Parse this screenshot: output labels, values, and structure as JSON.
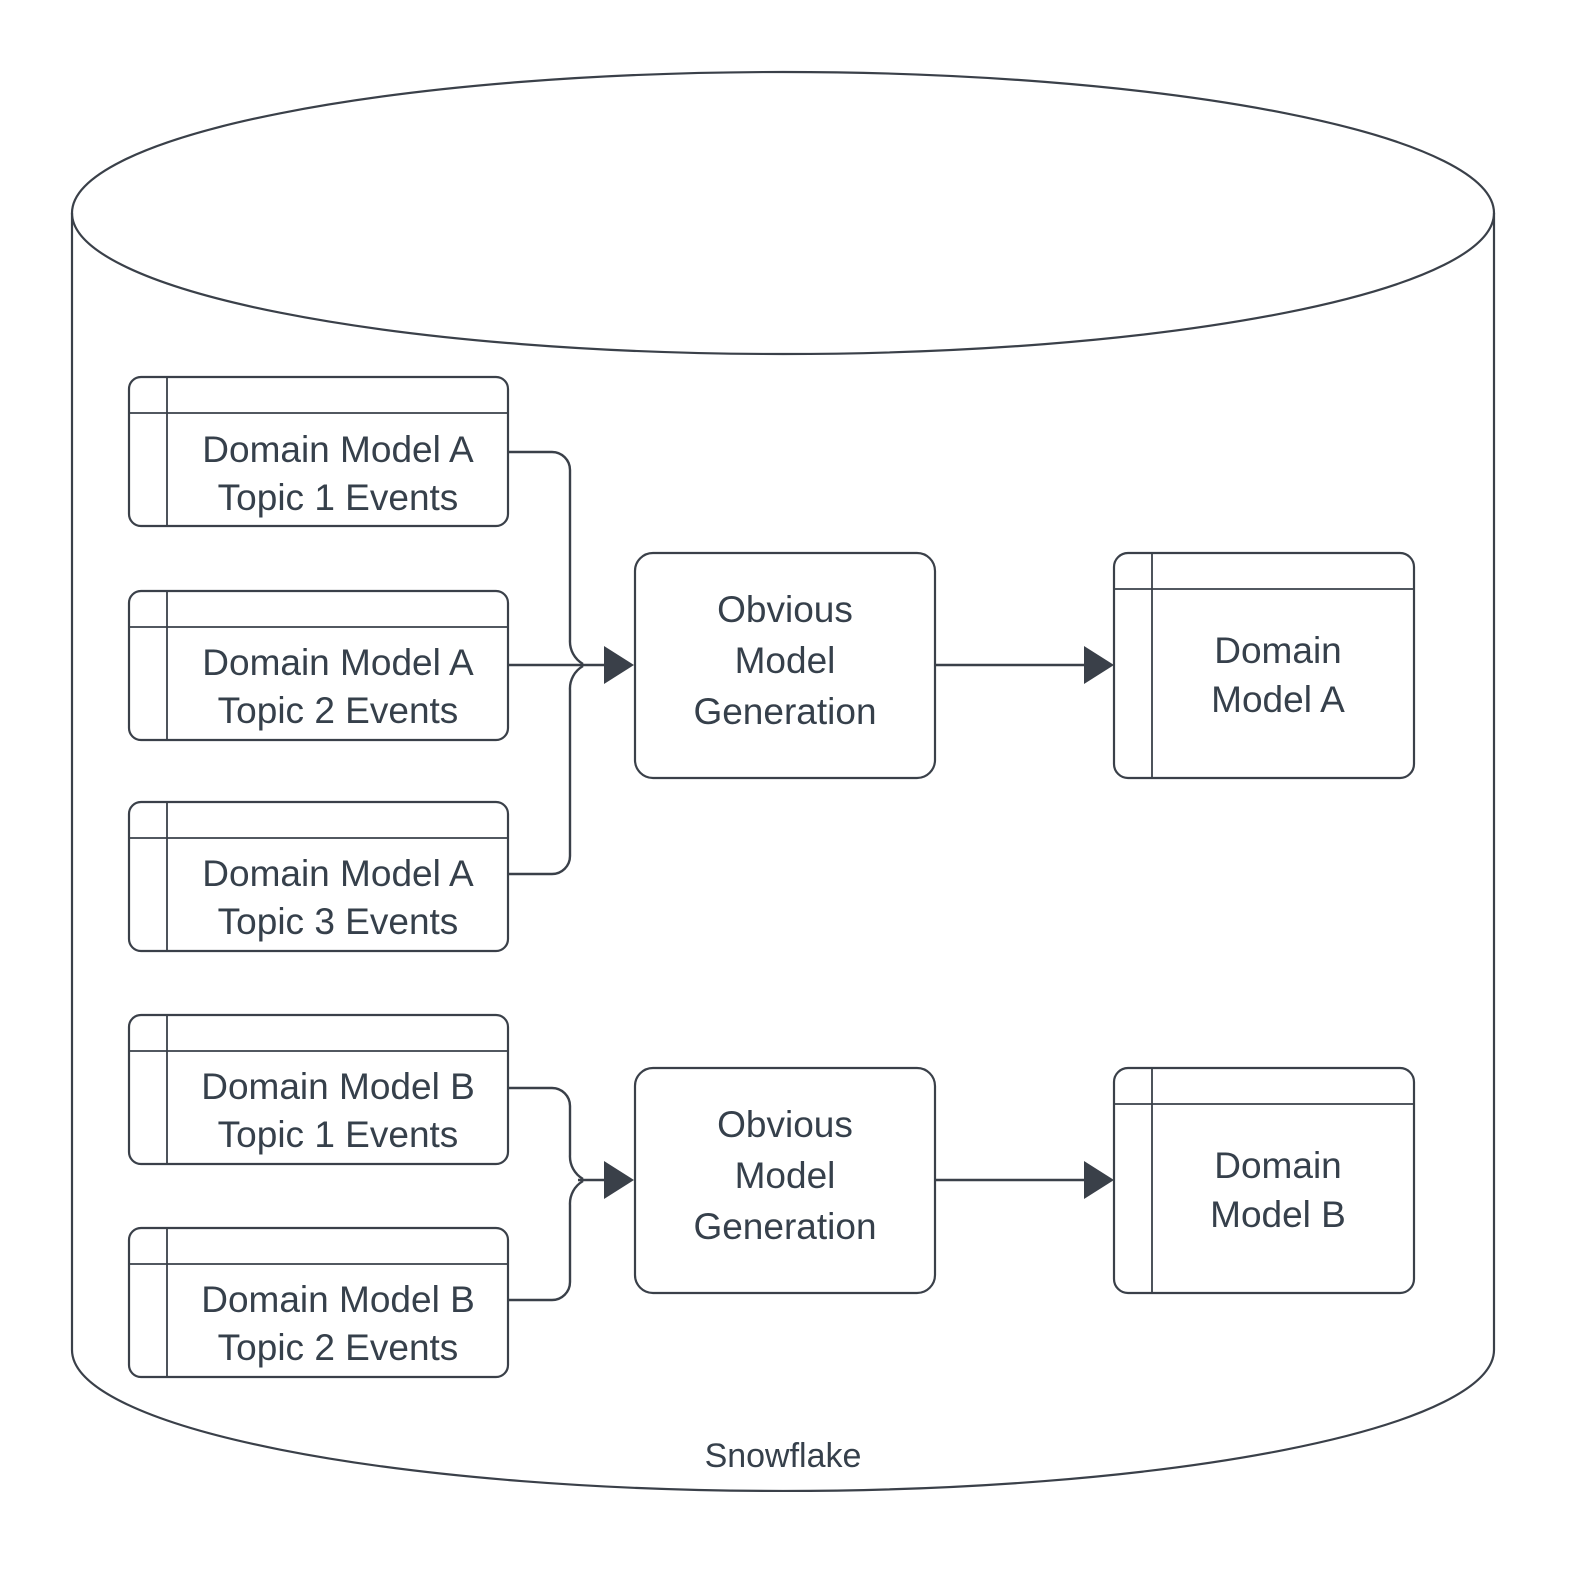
{
  "diagram": {
    "title": "Snowflake",
    "container": {
      "name": "Snowflake",
      "label": "Snowflake",
      "shape": "cylinder"
    },
    "colors": {
      "stroke": "#3a4049",
      "text": "#36404b",
      "fill": "#ffffff",
      "background": "#ffffff"
    },
    "source_tables": [
      {
        "id": "a1",
        "line1": "Domain Model A",
        "line2": "Topic 1 Events",
        "group": "A"
      },
      {
        "id": "a2",
        "line1": "Domain Model A",
        "line2": "Topic 2 Events",
        "group": "A"
      },
      {
        "id": "a3",
        "line1": "Domain Model A",
        "line2": "Topic 3 Events",
        "group": "A"
      },
      {
        "id": "b1",
        "line1": "Domain Model B",
        "line2": "Topic 1 Events",
        "group": "B"
      },
      {
        "id": "b2",
        "line1": "Domain Model B",
        "line2": "Topic 2 Events",
        "group": "B"
      }
    ],
    "processes": [
      {
        "id": "gen_a",
        "line1": "Obvious",
        "line2": "Model",
        "line3": "Generation"
      },
      {
        "id": "gen_b",
        "line1": "Obvious",
        "line2": "Model",
        "line3": "Generation"
      }
    ],
    "outputs": [
      {
        "id": "out_a",
        "line1": "Domain",
        "line2": "Model A"
      },
      {
        "id": "out_b",
        "line1": "Domain",
        "line2": "Model B"
      }
    ],
    "edges": [
      {
        "from": "a1",
        "to": "gen_a"
      },
      {
        "from": "a2",
        "to": "gen_a"
      },
      {
        "from": "a3",
        "to": "gen_a"
      },
      {
        "from": "gen_a",
        "to": "out_a"
      },
      {
        "from": "b1",
        "to": "gen_b"
      },
      {
        "from": "b2",
        "to": "gen_b"
      },
      {
        "from": "gen_b",
        "to": "out_b"
      }
    ]
  }
}
